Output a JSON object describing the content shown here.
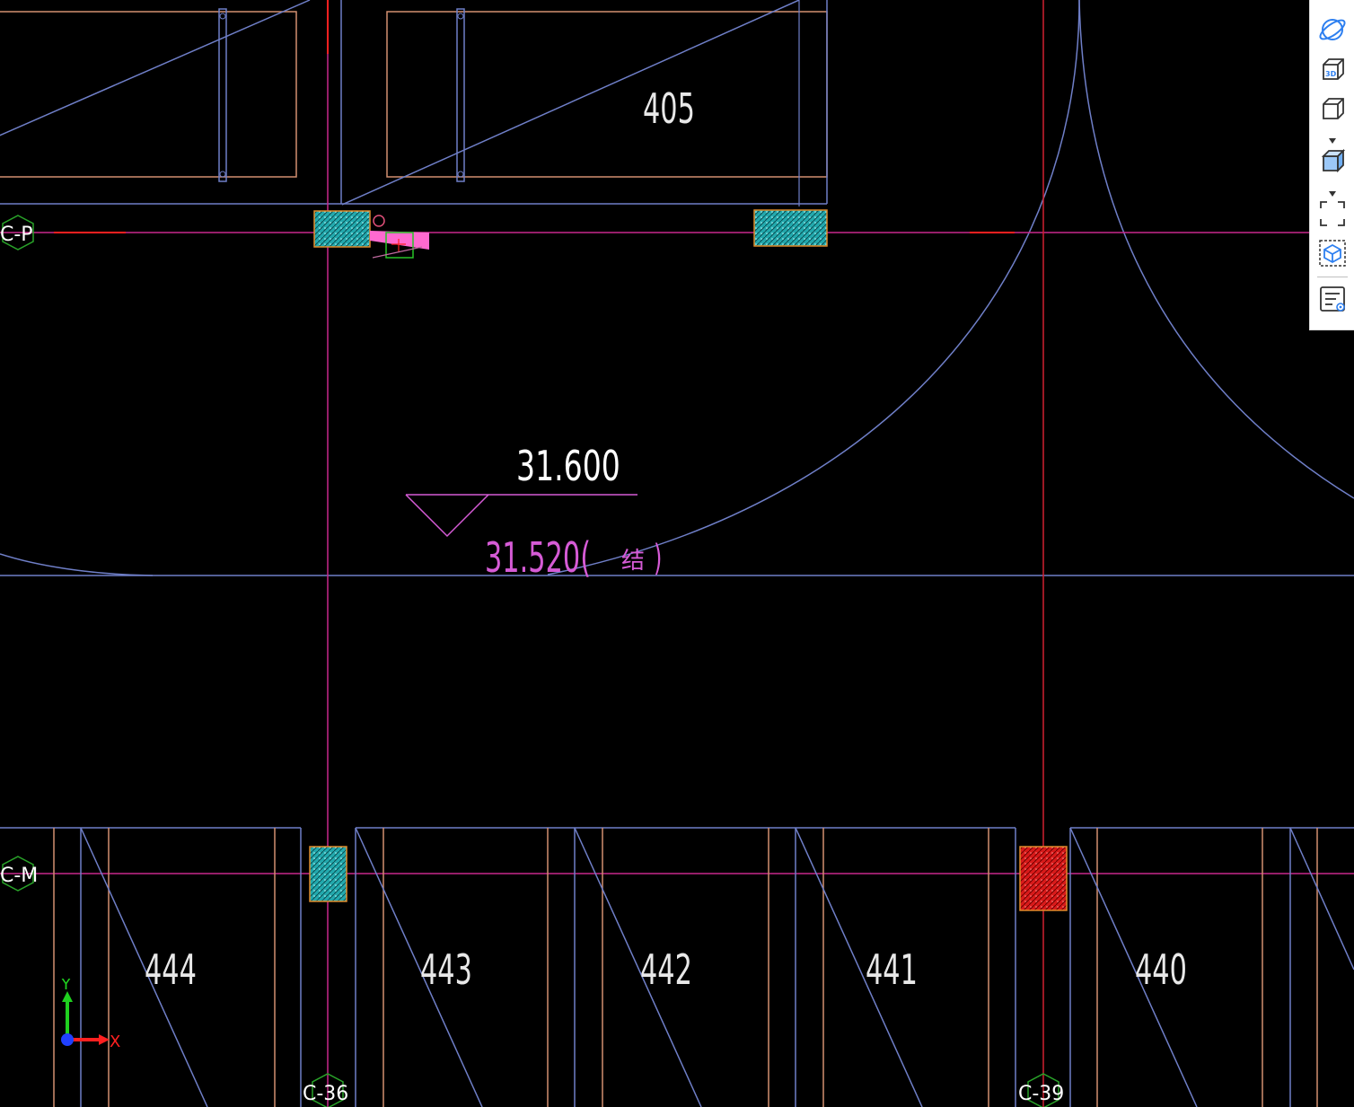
{
  "drawing": {
    "room_numbers": [
      "405",
      "444",
      "443",
      "442",
      "441",
      "440"
    ],
    "elevation": {
      "main": "31.600",
      "sub": "31.520(",
      "sub_char": "结",
      "sub_close": ")"
    },
    "grid_axes": {
      "row_p": "C-P",
      "row_m": "C-M",
      "col_36": "C-36",
      "col_39": "C-39"
    },
    "axis_gizmo": {
      "x_label": "X",
      "y_label": "Y"
    }
  },
  "toolbar": {
    "buttons": [
      {
        "name": "orbit-icon"
      },
      {
        "name": "3d-view-icon"
      },
      {
        "name": "wireframe-box-icon"
      },
      {
        "name": "shaded-box-icon"
      },
      {
        "name": "fullscreen-icon"
      },
      {
        "name": "view-cube-icon"
      },
      {
        "name": "properties-list-icon"
      }
    ]
  },
  "colors": {
    "background": "#000000",
    "wall_line": "#6f7fc8",
    "inner_line": "#d28f70",
    "grid_line": "#c8288c",
    "axis_red": "#ff2020",
    "column_fill": "#2fb5b5",
    "column_border": "#e08a2a",
    "column_selected": "#e02020",
    "elevation": "#d65bd6",
    "toolbar_bg": "#ffffff",
    "toolbar_accent": "#2d7ff0"
  }
}
